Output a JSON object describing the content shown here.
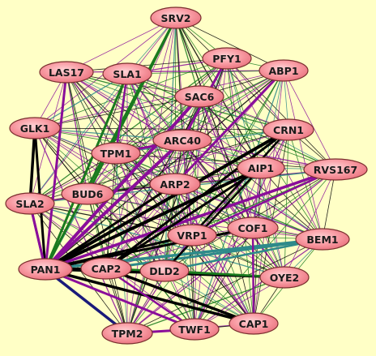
{
  "network": {
    "background": "#ffffc6",
    "node_color": "#f5909a",
    "edge_colors": {
      "black": "#000000",
      "purple": "#8a0e9a",
      "green": "#197a1e",
      "teal": "#2e8a8a",
      "navy": "#1a1a7a"
    },
    "nodes": [
      {
        "id": "SRV2",
        "label": "SRV2"
      },
      {
        "id": "PFY1",
        "label": "PFY1"
      },
      {
        "id": "ABP1",
        "label": "ABP1"
      },
      {
        "id": "LAS17",
        "label": "LAS17"
      },
      {
        "id": "SLA1",
        "label": "SLA1"
      },
      {
        "id": "SAC6",
        "label": "SAC6"
      },
      {
        "id": "GLK1",
        "label": "GLK1"
      },
      {
        "id": "CRN1",
        "label": "CRN1"
      },
      {
        "id": "TPM1",
        "label": "TPM1"
      },
      {
        "id": "ARC40",
        "label": "ARC40"
      },
      {
        "id": "AIP1",
        "label": "AIP1"
      },
      {
        "id": "RVS167",
        "label": "RVS167"
      },
      {
        "id": "BUD6",
        "label": "BUD6"
      },
      {
        "id": "ARP2",
        "label": "ARP2"
      },
      {
        "id": "SLA2",
        "label": "SLA2"
      },
      {
        "id": "COF1",
        "label": "COF1"
      },
      {
        "id": "VRP1",
        "label": "VRP1"
      },
      {
        "id": "BEM1",
        "label": "BEM1"
      },
      {
        "id": "PAN1",
        "label": "PAN1"
      },
      {
        "id": "CAP2",
        "label": "CAP2"
      },
      {
        "id": "DLD2",
        "label": "DLD2"
      },
      {
        "id": "OYE2",
        "label": "OYE2"
      },
      {
        "id": "CAP1",
        "label": "CAP1"
      },
      {
        "id": "TWF1",
        "label": "TWF1"
      },
      {
        "id": "TPM2",
        "label": "TPM2"
      }
    ]
  }
}
